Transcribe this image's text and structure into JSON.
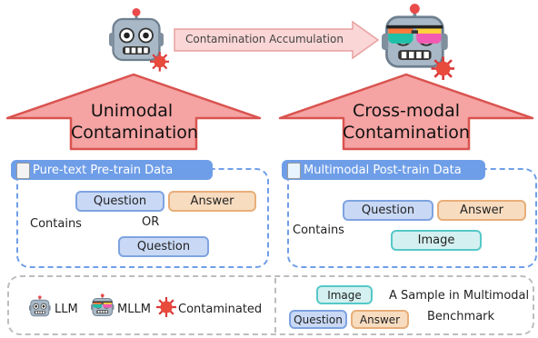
{
  "top": {
    "accumulation_label": "Contamination Accumulation",
    "left_arrow_line1": "Unimodal",
    "left_arrow_line2": "Contamination",
    "right_arrow_line1": "Cross-modal",
    "right_arrow_line2": "Contamination"
  },
  "left_panel": {
    "title": "Pure-text Pre-train Data",
    "contains": "Contains",
    "or": "OR",
    "question1": "Question",
    "answer": "Answer",
    "question2": "Question"
  },
  "right_panel": {
    "title": "Multimodal Post-train Data",
    "contains": "Contains",
    "question": "Question",
    "answer": "Answer",
    "image": "Image"
  },
  "legend": {
    "llm": "LLM",
    "mllm": "MLLM",
    "contaminated": "Contaminated",
    "image": "Image",
    "question": "Question",
    "answer": "Answer",
    "sample_line1": "A Sample in Multimodal",
    "sample_line2": "Benchmark"
  },
  "colors": {
    "arrow_fill": "#f5a3a3",
    "arrow_stroke": "#d9534f",
    "panel_border": "#6f9ee8",
    "question_fill": "#c9d9f5",
    "answer_fill": "#f8dcc0",
    "image_fill": "#d4f0f0"
  }
}
